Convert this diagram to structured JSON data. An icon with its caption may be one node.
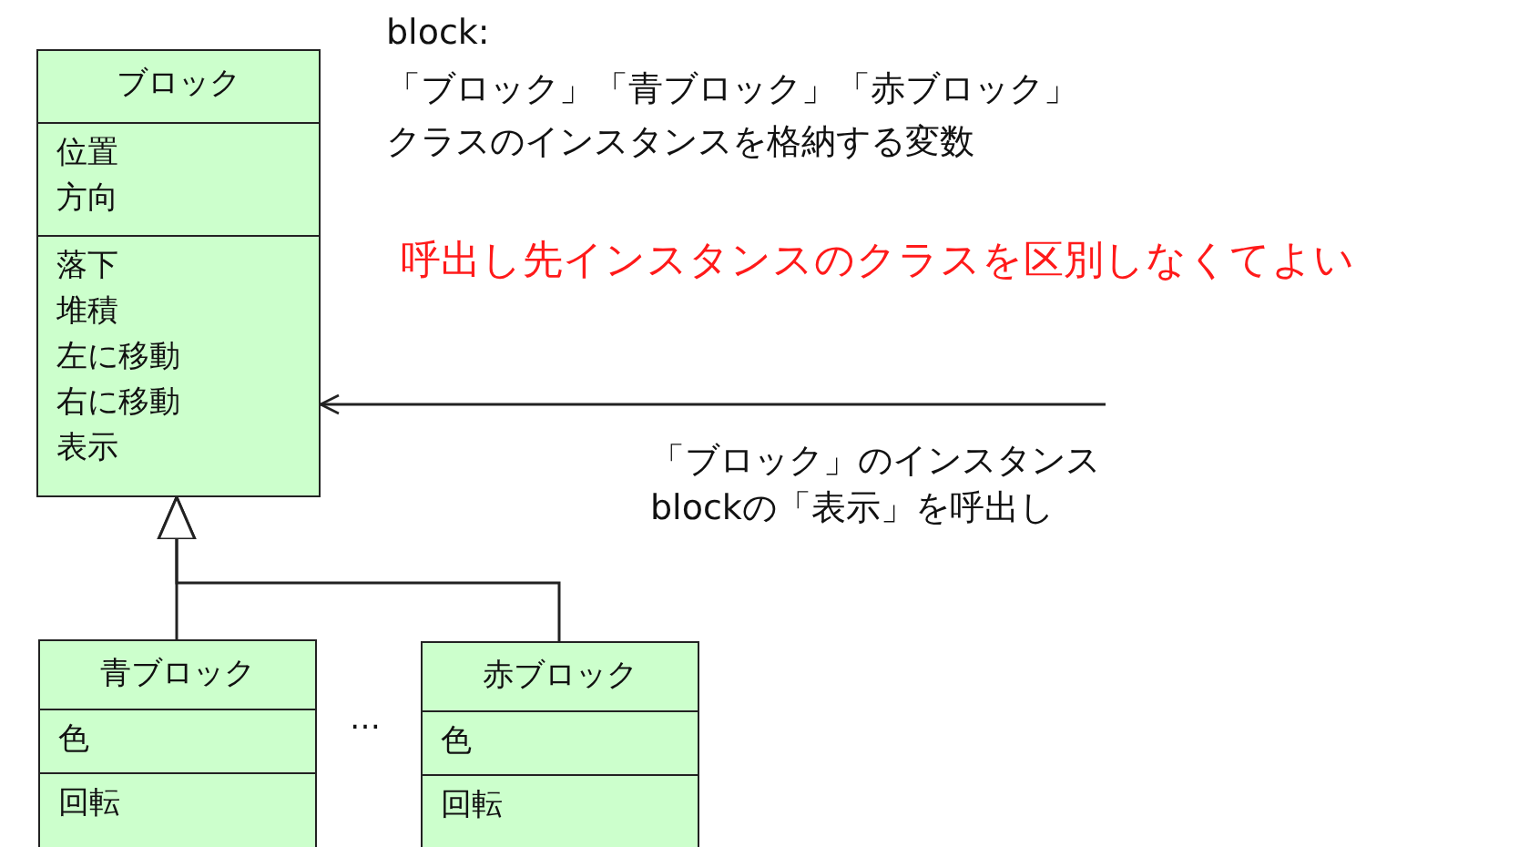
{
  "diagram": {
    "nodes": [
      {
        "text": [
          "ブロック",
          "位置",
          "方向",
          "落下",
          "堆積",
          "左に移動",
          "右に移動",
          "表示"
        ]
      },
      {
        "text": [
          "青ブロック",
          "色",
          "回転"
        ]
      },
      {
        "text": [
          "赤ブロック",
          "色",
          "回転"
        ]
      }
    ],
    "edges": [
      {
        "from": 1,
        "to": 0,
        "arrow": "to"
      },
      {
        "from": 2,
        "to": 0,
        "arrow": "to"
      },
      {
        "from": null,
        "to": 0,
        "arrow": "to",
        "label": "「ブロック」のインスタンス blockの「表示」を呼出し"
      }
    ],
    "labels": [
      "block:",
      "「ブロック」「青ブロック」「赤ブロック」",
      "クラスのインスタンスを格納する変数",
      "呼出し先インスタンスのクラスを区別しなくてよい",
      "…"
    ]
  }
}
